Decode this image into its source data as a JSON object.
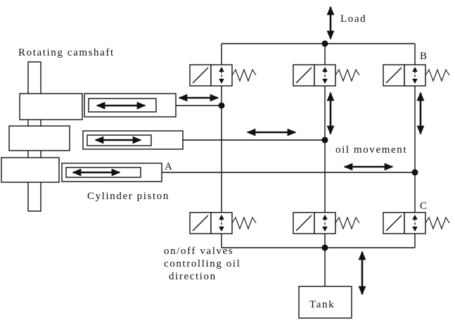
{
  "diagram": {
    "colors": {
      "ink": "#111111",
      "background": "#ffffff"
    },
    "labels": {
      "load": "Load",
      "tank": "Tank",
      "rotating_camshaft": "Rotating camshaft",
      "cylinder_piston": "Cylinder piston",
      "oil_movement": "oil movement",
      "valve_caption_line1": "on/off valves",
      "valve_caption_line2": "controlling oil",
      "valve_caption_line3": "direction",
      "point_a": "A",
      "point_b": "B",
      "point_c": "C"
    }
  }
}
